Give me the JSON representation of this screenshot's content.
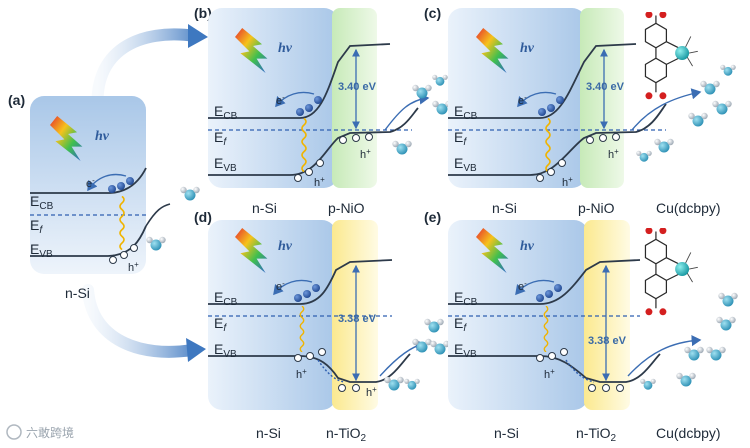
{
  "panels": {
    "a": {
      "letter": "(a)",
      "hv": "hv",
      "ecb": "E",
      "ecb_sub": "CB",
      "ef": "E",
      "ef_sub": "f",
      "evb": "E",
      "evb_sub": "VB",
      "e": "e",
      "e_sup": "-",
      "h": "h",
      "h_sup": "+",
      "caption": "n-Si"
    },
    "b": {
      "letter": "(b)",
      "hv": "hv",
      "ecb": "E",
      "ecb_sub": "CB",
      "ef": "E",
      "ef_sub": "f",
      "evb": "E",
      "evb_sub": "VB",
      "e": "e",
      "e_sup": "-",
      "h": "h",
      "h_sup": "+",
      "ev": "3.40 eV",
      "h2": "h",
      "h2_sup": "+",
      "caption_left": "n-Si",
      "caption_right": "p-NiO"
    },
    "c": {
      "letter": "(c)",
      "hv": "hv",
      "ecb": "E",
      "ecb_sub": "CB",
      "ef": "E",
      "ef_sub": "f",
      "evb": "E",
      "evb_sub": "VB",
      "e": "e",
      "e_sup": "-",
      "h": "h",
      "h_sup": "+",
      "ev": "3.40 eV",
      "h2": "h",
      "h2_sup": "+",
      "caption_left": "n-Si",
      "caption_right": "p-NiO",
      "caption_mol": "Cu(dcbpy)"
    },
    "d": {
      "letter": "(d)",
      "hv": "hv",
      "ecb": "E",
      "ecb_sub": "CB",
      "ef": "E",
      "ef_sub": "f",
      "evb": "E",
      "evb_sub": "VB",
      "e": "e",
      "e_sup": "-",
      "h": "h",
      "h_sup": "+",
      "ev": "3.38 eV",
      "h2": "h",
      "h2_sup": "+",
      "caption_left": "n-Si",
      "caption_right": "n-TiO",
      "caption_right_sub": "2"
    },
    "e": {
      "letter": "(e)",
      "hv": "hv",
      "ecb": "E",
      "ecb_sub": "CB",
      "ef": "E",
      "ef_sub": "f",
      "evb": "E",
      "evb_sub": "VB",
      "e": "e",
      "e_sup": "-",
      "h": "h",
      "h_sup": "+",
      "ev": "3.38 eV",
      "caption_left": "n-Si",
      "caption_right": "n-TiO",
      "caption_right_sub": "2",
      "caption_mol": "Cu(dcbpy)"
    }
  },
  "watermark": "六敢跨境",
  "colors": {
    "si_panel": "#bcd4ee",
    "nio_panel": "#d4efc8",
    "tio2_panel": "#fdf2b6",
    "band_line": "#2d3a4a",
    "electron": "#2f5fb0",
    "arrow": "#3b6db3",
    "wave": "#f0b400"
  }
}
